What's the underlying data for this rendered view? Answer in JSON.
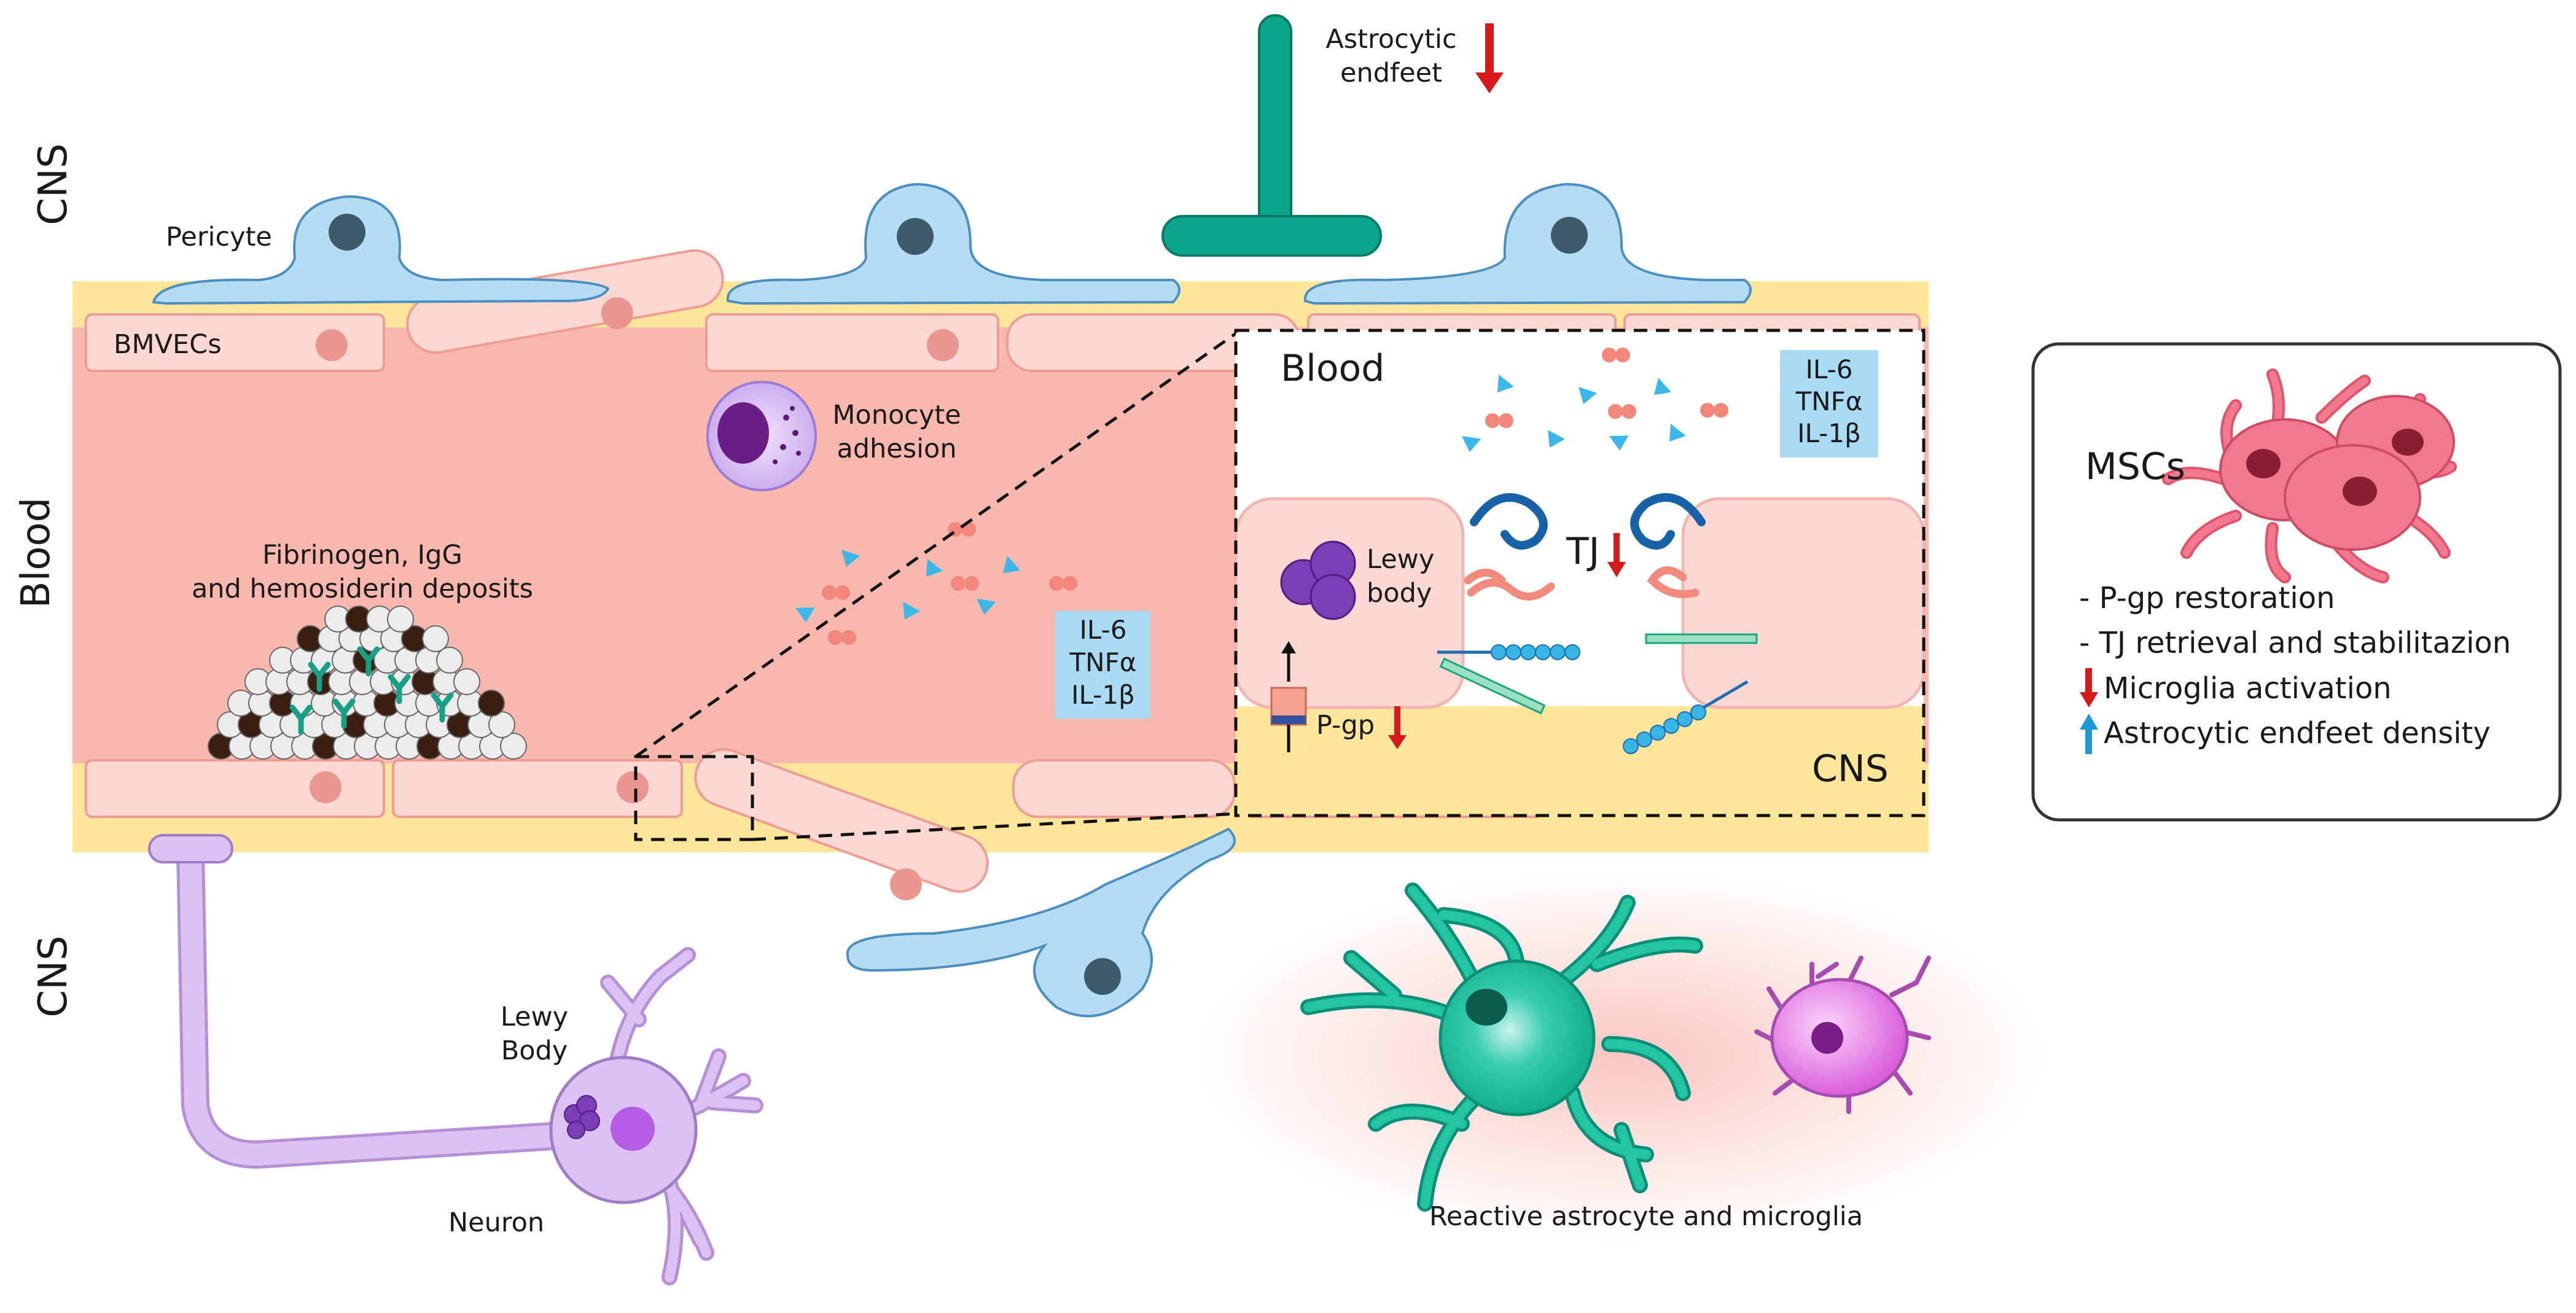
{
  "side_labels": {
    "cns_top": "CNS",
    "blood": "Blood",
    "cns_bottom": "CNS"
  },
  "labels": {
    "astrocytic_endfeet_line1": "Astrocytic",
    "astrocytic_endfeet_line2": "endfeet",
    "pericyte": "Pericyte",
    "bmvecs": "BMVECs",
    "monocyte_line1": "Monocyte",
    "monocyte_line2": "adhesion",
    "deposits_line1": "Fibrinogen, IgG",
    "deposits_line2": "and hemosiderin deposits",
    "lewy_body_line1": "Lewy",
    "lewy_body_line2": "Body",
    "neuron": "Neuron",
    "reactive_cells": "Reactive astrocyte and microglia"
  },
  "cytokines_left": [
    "IL-6",
    "TNFα",
    "IL-1β"
  ],
  "inset": {
    "blood": "Blood",
    "cns": "CNS",
    "lewy_line1": "Lewy",
    "lewy_line2": "body",
    "tj": "TJ",
    "pgp": "P-gp",
    "cytokines": [
      "IL-6",
      "TNFα",
      "IL-1β"
    ]
  },
  "msc_panel": {
    "title": "MSCs",
    "items": [
      {
        "text": "- P-gp restoration",
        "arrow": "none"
      },
      {
        "text": "- TJ retrieval and stabilitazion",
        "arrow": "none"
      },
      {
        "text": "Microglia activation",
        "arrow": "down"
      },
      {
        "text": "Astrocytic endfeet density",
        "arrow": "up"
      }
    ]
  },
  "colors": {
    "blood_lumen": "#f9b8ae",
    "cns_band": "#fde59a",
    "endothelial": "#fcd8d2",
    "pericyte": "#b4ddf3",
    "astrocyte_endfoot": "#0aa58b",
    "down_arrow": "#d7191c",
    "up_arrow": "#1a9ad6",
    "cytokine_box": "#a9dcf4",
    "msc": "#f07a8c",
    "neuron": "#d7b8ef",
    "reactive_astrocyte": "#22c4a4",
    "microglia": "#e57ee8"
  }
}
